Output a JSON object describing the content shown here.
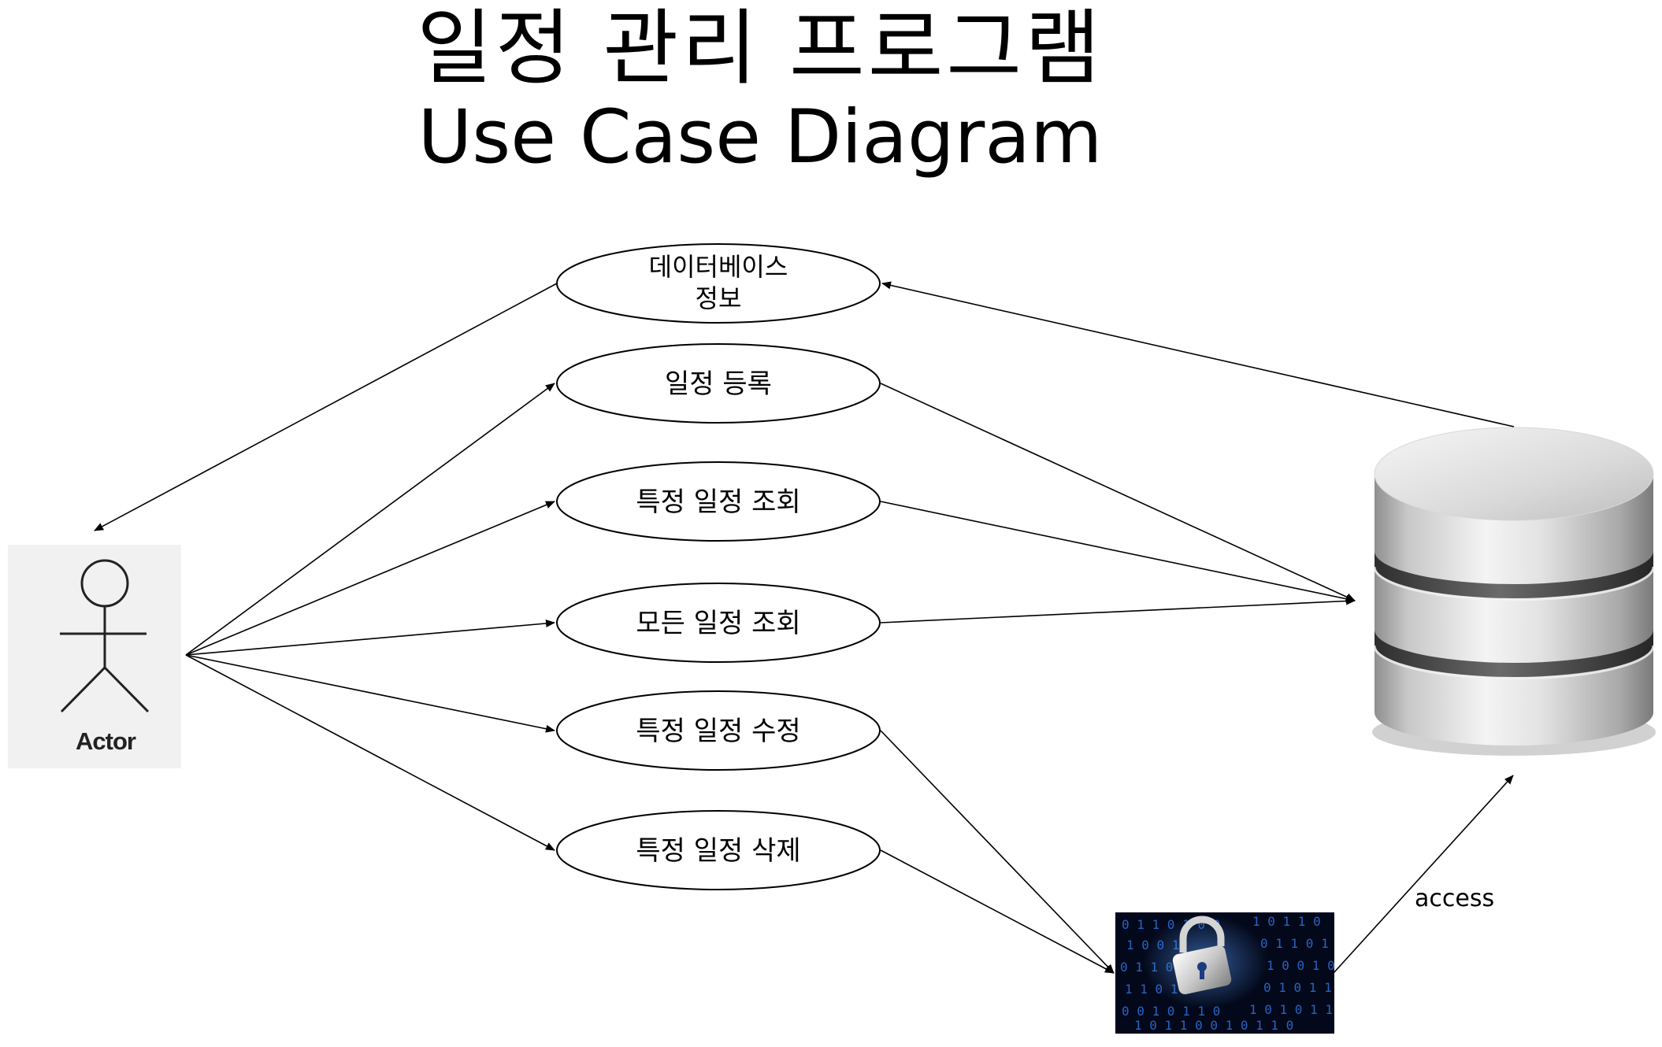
{
  "title": {
    "line1": "일정 관리 프로그램",
    "line2": "Use Case Diagram"
  },
  "actor": {
    "label": "Actor",
    "icon": "stick-figure-icon"
  },
  "use_cases": [
    {
      "id": "db-info",
      "lines": [
        "데이터베이스",
        "정보"
      ]
    },
    {
      "id": "register",
      "lines": [
        "일정 등록"
      ]
    },
    {
      "id": "view-one",
      "lines": [
        "특정 일정 조회"
      ]
    },
    {
      "id": "view-all",
      "lines": [
        "모든 일정 조회"
      ]
    },
    {
      "id": "edit",
      "lines": [
        "특정 일정 수정"
      ]
    },
    {
      "id": "delete",
      "lines": [
        "특정 일정 삭제"
      ]
    }
  ],
  "database": {
    "icon": "database-cylinder-icon"
  },
  "security": {
    "icon": "padlock-binary-icon"
  },
  "access_label": "access",
  "colors": {
    "line": "#000000",
    "ellipse_fill": "#ffffff",
    "security_bg": "#03081a",
    "security_digits": "#2a6fd6",
    "actor_bg": "#f1f1f1"
  }
}
